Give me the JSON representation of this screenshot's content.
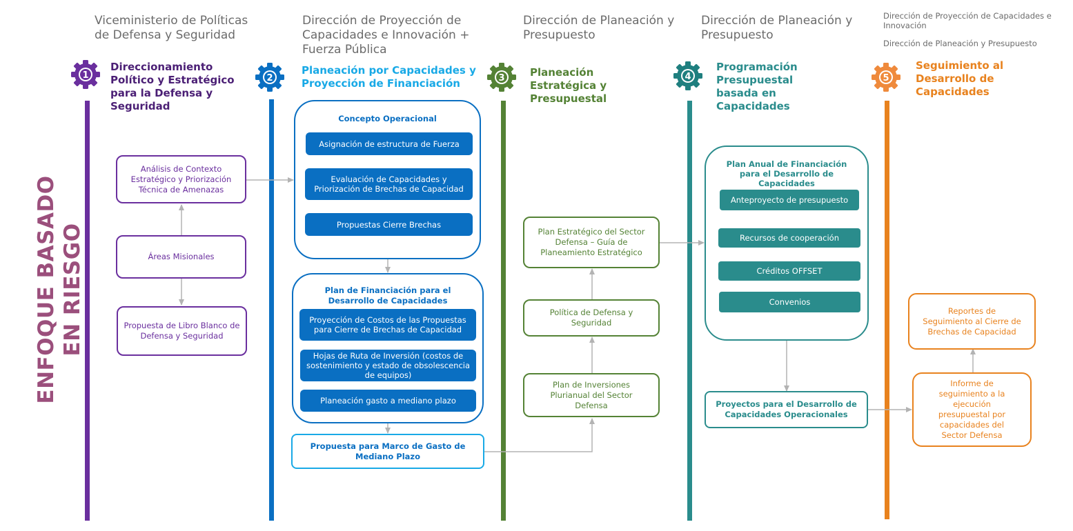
{
  "side_label": "ENFOQUE BASADO EN RIESGO",
  "colors": {
    "phase1": "#6a2f9e",
    "phase2": "#0a6fc2",
    "phase2_title": "#18a9e6",
    "phase3": "#548235",
    "phase4": "#2a8c8c",
    "phase5": "#e8821e",
    "side_label": "#9b4f7c",
    "connector": "#b3b3b3"
  },
  "phases": [
    {
      "number": "1",
      "org": "Viceministerio de Políticas de Defensa y Seguridad",
      "title": "Direccionamiento Político y Estratégico para la Defensa y Seguridad"
    },
    {
      "number": "2",
      "org": "Dirección de Proyección de Capacidades e Innovación  + Fuerza Pública",
      "title": "Planeación por Capacidades y Proyección de Financiación"
    },
    {
      "number": "3",
      "org": "Dirección de Planeación y Presupuesto",
      "title": "Planeación Estratégica y Presupuestal"
    },
    {
      "number": "4",
      "org": "Dirección de Planeación y Presupuesto",
      "title": "Programación Presupuestal basada en Capacidades"
    },
    {
      "number": "5",
      "org": "Dirección de Proyección de Capacidades e Innovación",
      "org2": "Dirección de Planeación y Presupuesto",
      "title": "Seguimiento al Desarrollo de Capacidades"
    }
  ],
  "phase1_boxes": {
    "analisis": "Análisis de Contexto Estratégico y Priorización Técnica de Amenazas",
    "areas": "Áreas Misionales",
    "libro": "Propuesta de Libro Blanco de Defensa y Seguridad"
  },
  "phase2": {
    "concepto": {
      "title": "Concepto Operacional",
      "items": [
        "Asignación de estructura de Fuerza",
        "Evaluación de Capacidades  y Priorización de Brechas de Capacidad",
        "Propuestas Cierre Brechas"
      ]
    },
    "plan_fin": {
      "title": "Plan de Financiación para el Desarrollo de Capacidades",
      "items": [
        "Proyección de Costos de las Propuestas para Cierre de Brechas de Capacidad",
        "Hojas de Ruta de Inversión (costos de sostenimiento y estado de obsolescencia de equipos)",
        "Planeación gasto a mediano plazo"
      ]
    },
    "marco": "Propuesta para Marco de Gasto de Mediano Plazo"
  },
  "phase3_boxes": {
    "plan_estrategico": "Plan Estratégico del Sector Defensa – Guía de Planeamiento Estratégico",
    "politica": "Política de Defensa y Seguridad",
    "inversiones": "Plan de Inversiones Plurianual del Sector Defensa"
  },
  "phase4": {
    "plan_anual": {
      "title": "Plan Anual de Financiación para el Desarrollo de Capacidades",
      "items": [
        "Anteproyecto de presupuesto",
        "Recursos de cooperación",
        "Créditos OFFSET",
        "Convenios"
      ]
    },
    "proyectos": "Proyectos para el Desarrollo de Capacidades Operacionales"
  },
  "phase5_boxes": {
    "reportes": "Reportes de Seguimiento al Cierre de Brechas de Capacidad",
    "informe": "Informe de seguimiento a la ejecución presupuestal por capacidades del Sector Defensa"
  }
}
